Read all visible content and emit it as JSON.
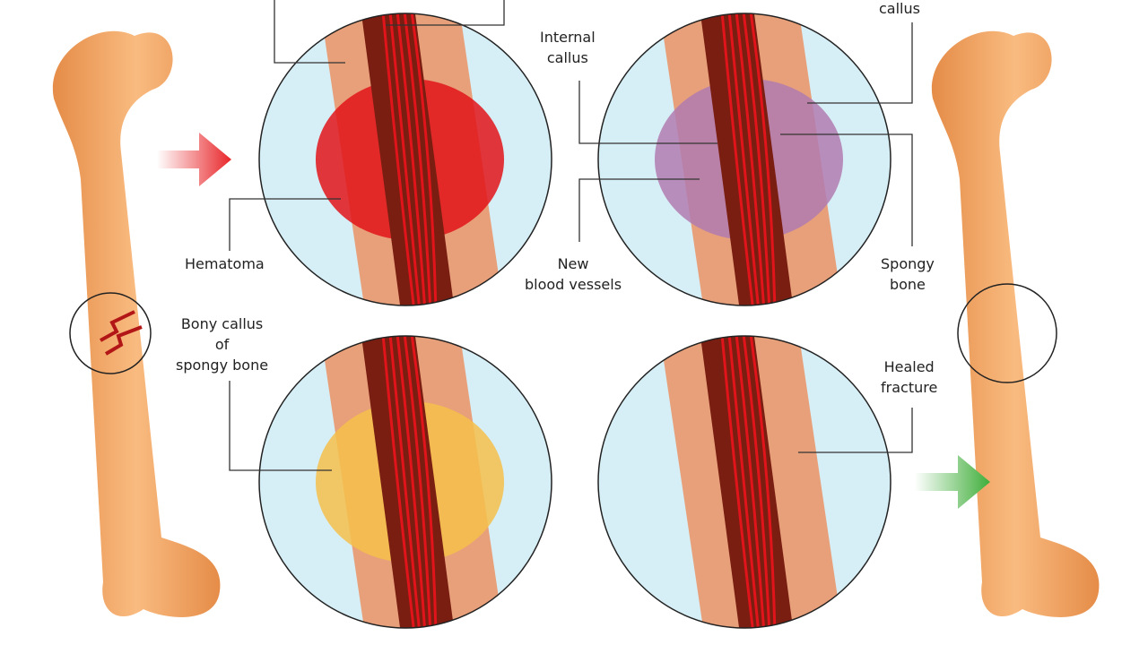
{
  "labels": {
    "external_callus": "callus",
    "internal_callus": "Internal\ncallus",
    "hematoma": "Hematoma",
    "new_blood_vessels": "New\nblood vessels",
    "spongy_bone": "Spongy\nbone",
    "bony_callus": "Bony callus\nof\nspongy bone",
    "healed_fracture": "Healed\nfracture"
  },
  "colors": {
    "bone": "#f4a868",
    "marrow": "#7a1e12",
    "blood": "#e0141a",
    "background_circle": "#d6eef5",
    "arrow_red": "#e8262a",
    "arrow_green": "#3fae3a",
    "callus_purple": "#b27bb0",
    "callus_yellow": "#f5c04a"
  }
}
